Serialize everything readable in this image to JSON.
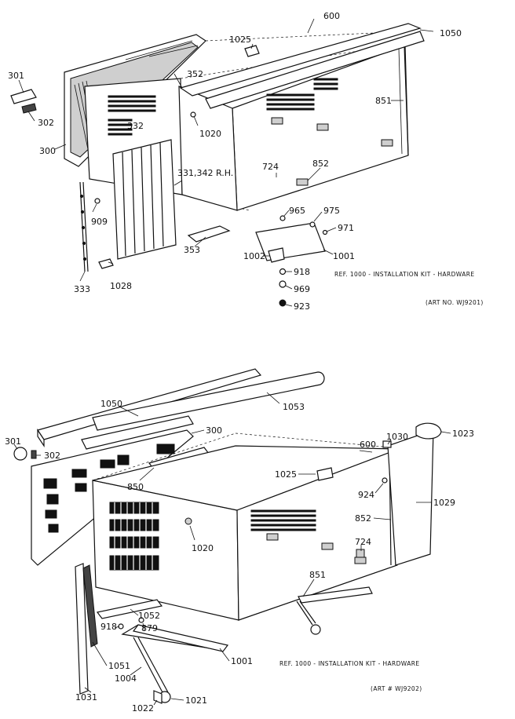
{
  "diagram_top": {
    "labels": {
      "p301": "301",
      "p302": "302",
      "p300": "300",
      "p333": "333",
      "p909": "909",
      "p1028": "1028",
      "p332": "332",
      "p331": "331,342 R.H.",
      "p352": "352",
      "p1020": "1020",
      "p353": "353",
      "p1025": "1025",
      "p600": "600",
      "p1050": "1050",
      "p851": "851",
      "p724": "724",
      "p852": "852",
      "p965": "965",
      "p975": "975",
      "p971": "971",
      "p1002": "1002",
      "p1001": "1001",
      "p918": "918",
      "p969": "969",
      "p923": "923"
    },
    "kit_note": "REF. 1000 - INSTALLATION KIT - HARDWARE",
    "art_no": "(ART NO. WJ9201)"
  },
  "diagram_bottom": {
    "labels": {
      "p1050": "1050",
      "p1053": "1053",
      "p301": "301",
      "p302": "302",
      "p300": "300",
      "p850": "850",
      "p1030": "1030",
      "p600": "600",
      "p1023": "1023",
      "p1025": "1025",
      "p924": "924",
      "p1029": "1029",
      "p852": "852",
      "p1020": "1020",
      "p724": "724",
      "p851": "851",
      "p1052": "1052",
      "p918": "918",
      "p879": "879",
      "p1051": "1051",
      "p1001": "1001",
      "p1031": "1031",
      "p1004": "1004",
      "p1022": "1022",
      "p1021": "1021"
    },
    "kit_note": "REF. 1000 - INSTALLATION KIT - HARDWARE",
    "art_no": "(ART # WJ9202)"
  }
}
